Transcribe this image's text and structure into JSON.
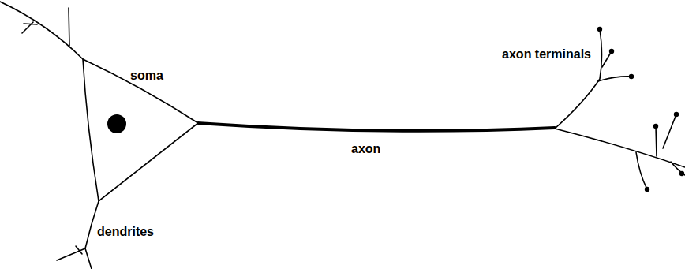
{
  "diagram": {
    "labels": [
      "soma",
      "axon terminals",
      "axon",
      "dendrites"
    ]
  }
}
